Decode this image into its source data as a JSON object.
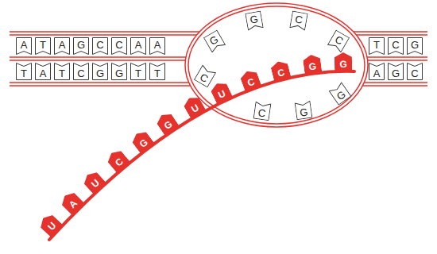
{
  "diagram": {
    "labels": [
      "A",
      "T",
      "A",
      "G",
      "C",
      "C",
      "A",
      "A",
      "G",
      "G",
      "C",
      "C",
      "T",
      "C",
      "G",
      "T",
      "A",
      "T",
      "C",
      "G",
      "G",
      "T",
      "T",
      "C",
      "C",
      "G",
      "G",
      "A",
      "G",
      "C",
      "U",
      "A",
      "U",
      "C",
      "G",
      "G",
      "U",
      "U",
      "C",
      "C",
      "G",
      "G"
    ]
  }
}
